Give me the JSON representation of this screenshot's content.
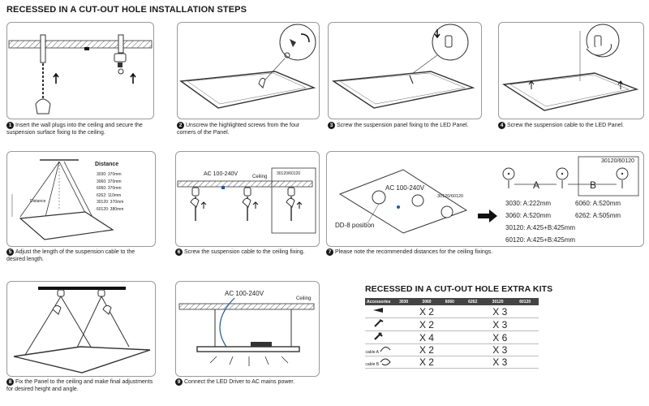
{
  "title_steps": "RECESSED IN A CUT-OUT HOLE INSTALLATION STEPS",
  "title_kits": "RECESSED IN A CUT-OUT HOLE EXTRA KITS",
  "steps": [
    {
      "num": "1",
      "caption": "Insert the wall plugs into the ceiling and secure the suspension surface fixing to the ceiling."
    },
    {
      "num": "2",
      "caption": "Unscrew the highlighted screws from the four corners of the Panel."
    },
    {
      "num": "3",
      "caption": "Screw the suspension panel fixing to the LED Panel."
    },
    {
      "num": "4",
      "caption": "Screw the suspension cable to the LED Panel."
    },
    {
      "num": "5",
      "caption": "Adjust the length of the suspension cable to the desired length."
    },
    {
      "num": "6",
      "caption": "Screw the suspension cable to the ceiling fixing."
    },
    {
      "num": "7",
      "caption": "Please note the recommended distances for the ceiling fixings."
    },
    {
      "num": "8",
      "caption": "Fix the Panel to the ceiling and make final adjustments for desired height and angle."
    },
    {
      "num": "9",
      "caption": "Connect the LED Driver to AC mains power."
    }
  ],
  "step5": {
    "distance_title": "Distance",
    "distances": [
      "3030: 370mm",
      "3060: 370mm",
      "6060: 370mm",
      "6262: 110mm",
      "30120: 370mm",
      "60120: 380mm"
    ],
    "distance_label": "Distance"
  },
  "step6": {
    "ac_label": "AC 100-240V",
    "ceiling_label": "Ceiling",
    "model_label": "30120/60120"
  },
  "step7": {
    "ac_label": "AC 100-240V",
    "model_label": "30120/60120",
    "dd_label": "DD-8 position",
    "box_label": "30120/60120",
    "a_label": "A",
    "b_label": "B",
    "measurements": [
      "3030: A:222mm",
      "6060: A:520mm",
      "3060: A:520mm",
      "6262: A:505mm",
      "30120: A:425+B:425mm",
      "60120: A:425+B:425mm"
    ]
  },
  "step9": {
    "ac_label": "AC 100-240V",
    "ceiling_label": "Ceiling"
  },
  "kits": {
    "headers": [
      "Accessories",
      "3030",
      "3060",
      "6060",
      "6262",
      "30120",
      "60120"
    ],
    "rows": [
      {
        "icon": "wall-plug-icon",
        "left": "X 2",
        "right": "X 3"
      },
      {
        "icon": "screw-icon",
        "left": "X 2",
        "right": "X 3"
      },
      {
        "icon": "suspension-fixing-icon",
        "left": "X 4",
        "right": "X 6"
      },
      {
        "icon": "cable-a-icon",
        "icon_text": "cable A",
        "left": "X 2",
        "right": "X 3"
      },
      {
        "icon": "cable-b-icon",
        "icon_text": "cable B",
        "left": "X 2",
        "right": "X 3"
      }
    ]
  }
}
